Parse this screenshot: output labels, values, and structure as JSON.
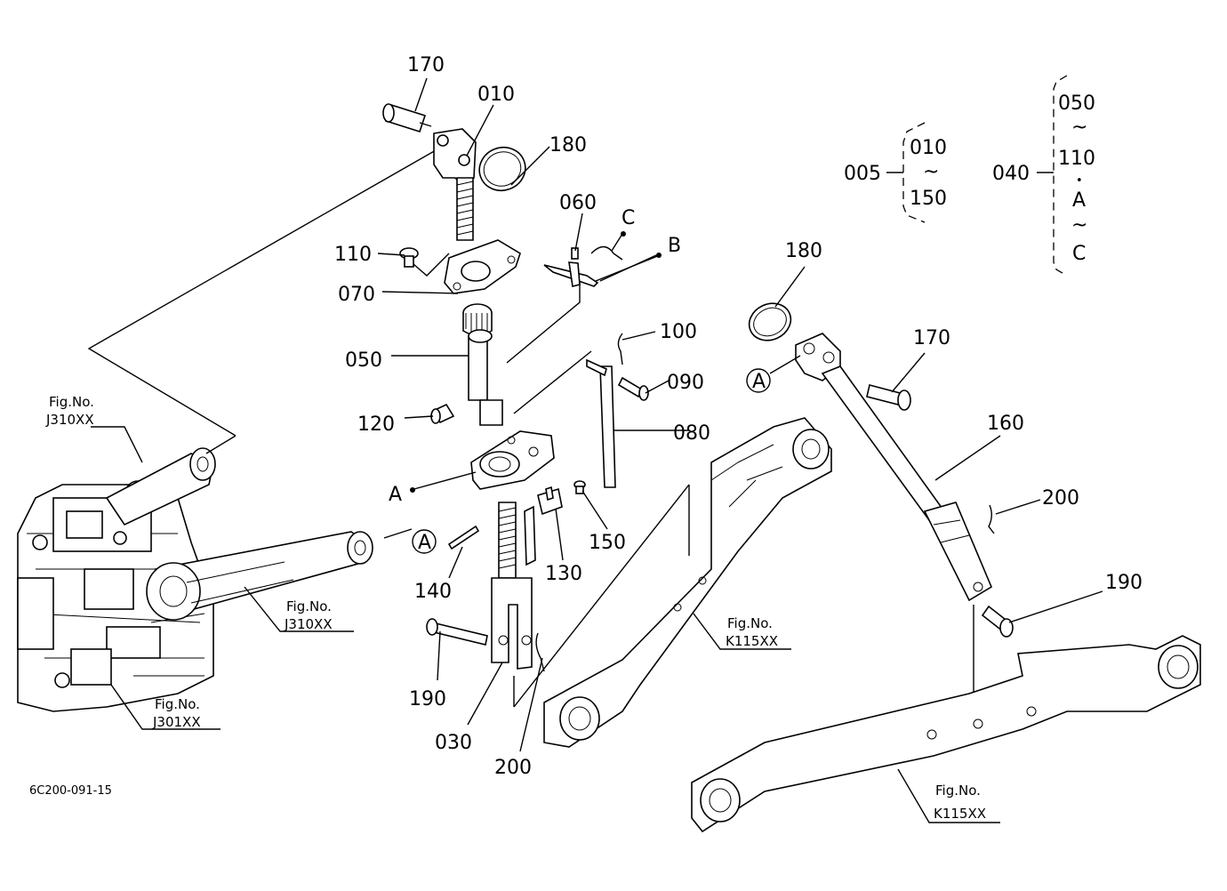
{
  "drawing_code": "6C200-091-15",
  "parts": {
    "p170_top": "170",
    "p010": "010",
    "p180_top": "180",
    "p060": "060",
    "pC": "C",
    "pB": "B",
    "p110": "110",
    "p070": "070",
    "p050": "050",
    "p120": "120",
    "p100": "100",
    "p090": "090",
    "p080": "080",
    "pA": "A",
    "p140": "140",
    "p130": "130",
    "p150": "150",
    "p190_left": "190",
    "p030": "030",
    "p200_left": "200",
    "p180_right": "180",
    "p170_right": "170",
    "p160": "160",
    "p200_right": "200",
    "p190_right": "190",
    "circleA_left": "A",
    "circleA_right": "A"
  },
  "groups": {
    "g005": {
      "id": "005",
      "top": "010",
      "tilde": "~",
      "bottom": "150"
    },
    "g040": {
      "id": "040",
      "l1": "050",
      "l2": "~",
      "l3": "110",
      "l4": "•",
      "l5": "A",
      "l6": "~",
      "l7": "C"
    }
  },
  "figrefs": {
    "f1": {
      "title": "Fig.No.",
      "code": "J310XX"
    },
    "f2": {
      "title": "Fig.No.",
      "code": "J310XX"
    },
    "f3": {
      "title": "Fig.No.",
      "code": "J301XX"
    },
    "f4": {
      "title": "Fig.No.",
      "code": "K115XX"
    },
    "f5": {
      "title": "Fig.No.",
      "code": "K115XX"
    }
  }
}
